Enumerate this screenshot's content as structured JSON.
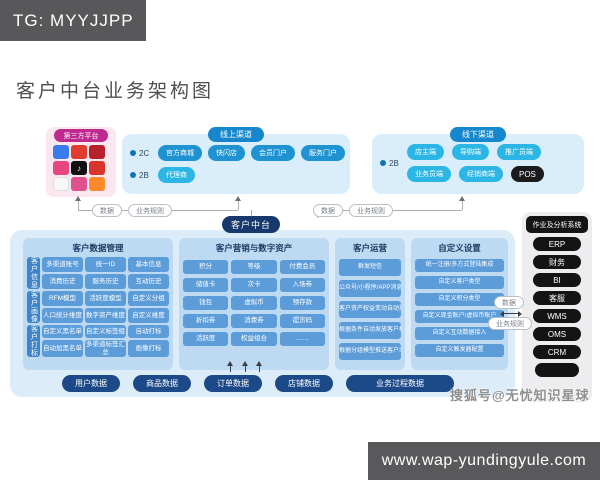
{
  "overlay": {
    "tg_label": "TG: MYYJJPP",
    "watermark": "搜狐号@无忧知识星球",
    "bottom_url": "www.wap-yundingyule.com"
  },
  "title": "客户中台业务架构图",
  "third_party": {
    "label": "第三方平台",
    "icons": [
      {
        "name": "app-icon-blue",
        "bg": "#3a7cf0"
      },
      {
        "name": "app-icon-red-frame",
        "bg": "#e23b30"
      },
      {
        "name": "app-icon-dark-red",
        "bg": "#b5222d"
      },
      {
        "name": "app-icon-pink",
        "bg": "#e8447d"
      },
      {
        "name": "douyin-app-icon",
        "bg": "#111111",
        "glyph": "♪"
      },
      {
        "name": "app-icon-red-circle",
        "bg": "#d8342c"
      },
      {
        "name": "app-icon-white",
        "bg": "#f7f7f7"
      },
      {
        "name": "app-icon-magenta",
        "bg": "#e0528f"
      },
      {
        "name": "taobao-app-icon",
        "bg": "#ff8a2b"
      }
    ]
  },
  "online": {
    "title": "线上渠道",
    "rows": [
      {
        "tag": "2C",
        "variant": "blue",
        "items": [
          "官方商城",
          "快闪店",
          "会员门户",
          "服务门户"
        ]
      },
      {
        "tag": "2B",
        "variant": "cyan",
        "items": [
          "代理商"
        ]
      }
    ]
  },
  "offline": {
    "title": "线下渠道",
    "tag": "2B",
    "rows": [
      [
        {
          "label": "店主端"
        },
        {
          "label": "导购端"
        },
        {
          "label": "推广员端"
        }
      ],
      [
        {
          "label": "业务员端"
        },
        {
          "label": "经销商端"
        },
        {
          "label": "POS",
          "variant": "dark"
        }
      ]
    ]
  },
  "connectors": {
    "data_label": "数据",
    "rules_label": "业务规则",
    "hub_label": "客户中台"
  },
  "platform": {
    "columns": [
      {
        "type": "grouped",
        "title": "客户数据管理",
        "groups": [
          {
            "label": "客户信息",
            "rows": [
              [
                "多渠道账号",
                "统一ID",
                "基本信息"
              ],
              [
                "消费历史",
                "服务历史",
                "互动历史"
              ]
            ]
          },
          {
            "label": "客户画像",
            "rows": [
              [
                "RFM模型",
                "活跃度模型",
                "自定义分组"
              ],
              [
                "人口统计维度",
                "数字资产维度",
                "自定义维度"
              ]
            ]
          },
          {
            "label": "客户打标",
            "rows": [
              [
                "自定义黑名单",
                "自定义标签组",
                "自动打标"
              ],
              [
                "自动加黑名单",
                "多渠道标签汇总",
                "画像打标"
              ]
            ]
          }
        ]
      },
      {
        "type": "grid",
        "title": "客户营销与数字资产",
        "rows": [
          [
            "积分",
            "等级",
            "付费会员"
          ],
          [
            "储值卡",
            "次卡",
            "入场券"
          ],
          [
            "钱包",
            "虚拟币",
            "预存款"
          ],
          [
            "折扣券",
            "消费券",
            "提货码"
          ],
          [
            "活跃度",
            "权益组合",
            "……"
          ]
        ]
      },
      {
        "type": "stack",
        "title": "客户运营",
        "items": [
          "群发短信",
          "公众号/小程序/APP消息推送",
          "客户资产权益变动自动提醒",
          "根据条件自动发放客户权益",
          "根据分组模型推送客户动态"
        ]
      },
      {
        "type": "stack",
        "title": "自定义设置",
        "items": [
          "统一注册/多方式登陆集成",
          "自定义客户类型",
          "自定义积分类型",
          "自定义现金账户/虚拟币账户",
          "自定义互动数据接入",
          "自定义触发器配置"
        ]
      }
    ],
    "data_pills": [
      "用户数据",
      "商品数据",
      "订单数据",
      "店铺数据",
      "业务过程数据"
    ]
  },
  "systems": {
    "title": "作业及分析系统",
    "items": [
      "ERP",
      "财务",
      "BI",
      "客服",
      "WMS",
      "OMS",
      "CRM"
    ]
  },
  "colors": {
    "magenta": "#bf2a8e",
    "channel_blue": "#1f93d2",
    "channel_cyan": "#2cb6e6",
    "hub_navy": "#16386d",
    "column_blue": "#bed9f2",
    "button_blue": "#5c9cd9",
    "group_label_blue": "#3f85c9",
    "data_pill_navy": "#1c4a88",
    "system_black": "#141414",
    "bar_gray": "#58585a",
    "panel_light_blue": "#d9edfa"
  }
}
